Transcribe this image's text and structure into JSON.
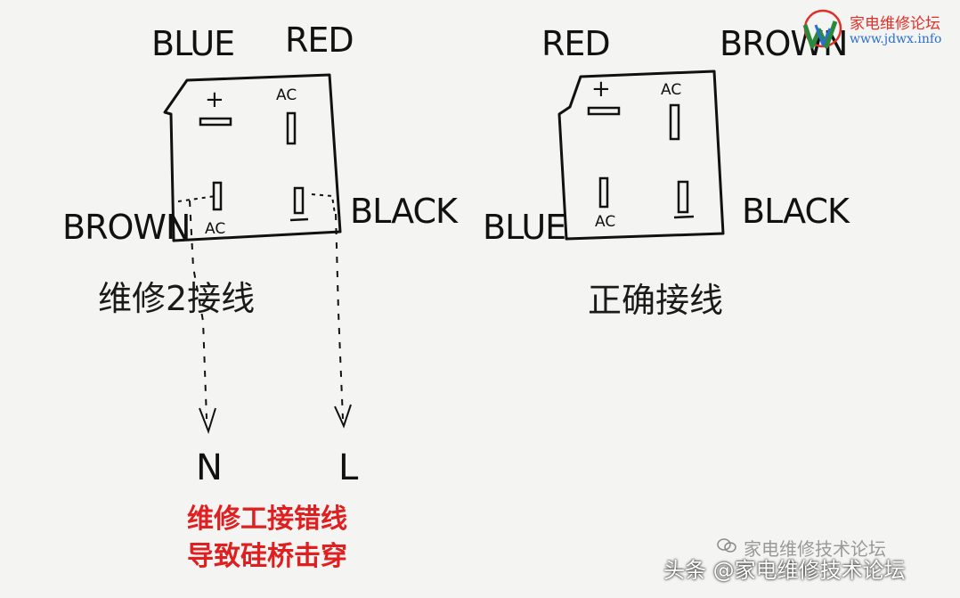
{
  "left_diagram": {
    "top_left_wire": "BLUE",
    "top_right_wire": "RED",
    "bottom_left_wire": "BROWN",
    "bottom_right_wire": "BLACK",
    "pin_plus": "+",
    "pin_ac_top": "AC",
    "pin_ac_bottom": "AC",
    "heading": "维修2接线",
    "terminal_neutral": "N",
    "terminal_live": "L"
  },
  "right_diagram": {
    "top_left_wire": "RED",
    "top_right_wire": "BROWN",
    "bottom_left_wire": "BLUE",
    "bottom_right_wire": "BLACK",
    "pin_plus": "+",
    "pin_ac_top": "AC",
    "pin_ac_bottom": "AC",
    "heading": "正确接线"
  },
  "caption": {
    "line1": "维修工接错线",
    "line2": "导致硅桥击穿"
  },
  "logo": {
    "name": "家电维修论坛",
    "url": "www.jdwx.info"
  },
  "watermark": "家电维修技术论坛",
  "footer": "头条 @家电维修技术论坛",
  "colors": {
    "ink": "#111111",
    "caption": "#e02020",
    "logo_red": "#e0302a",
    "logo_blue": "#2a6fd0",
    "paper": "#f4f4f3"
  }
}
